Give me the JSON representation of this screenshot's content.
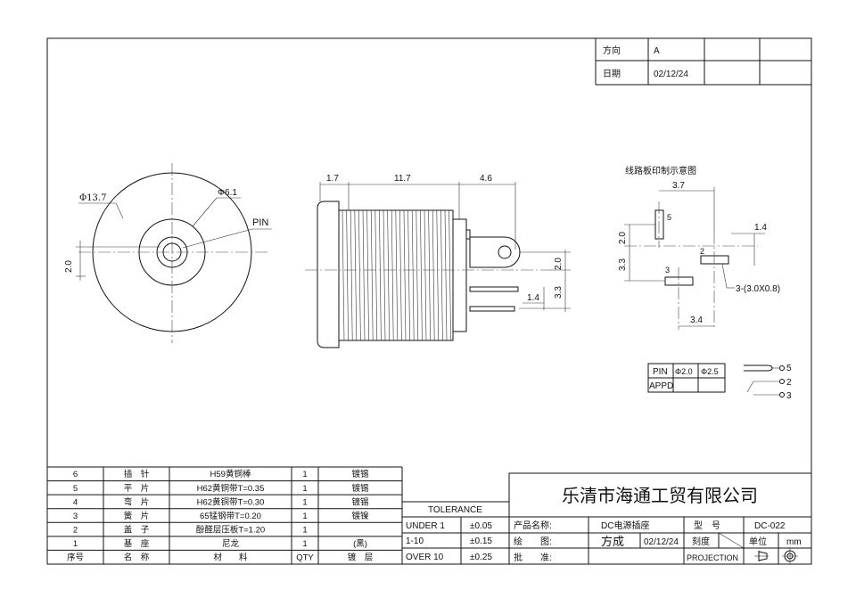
{
  "title_block": {
    "direction_label": "方向",
    "direction_value": "A",
    "date_label": "日期",
    "date_value": "02/12/24"
  },
  "front_view": {
    "outer_dia": "Φ13.7",
    "inner_dia": "Φ6.1",
    "pin_label": "PIN",
    "offset": "2.0"
  },
  "side_view": {
    "dim_a": "1.7",
    "dim_b": "11.7",
    "dim_c": "4.6",
    "dim_d": "2.0",
    "dim_e": "3.3",
    "dim_f": "1.4"
  },
  "pcb_layout": {
    "title": "线路板印制示意图",
    "dim_top": "3.7",
    "dim_right": "1.4",
    "dim_left_a": "2.0",
    "dim_left_b": "3.3",
    "dim_bottom": "3.4",
    "pad_note": "3-(3.0X0.8)",
    "pad5": "5",
    "pad2": "2",
    "pad3": "3"
  },
  "pin_table": {
    "headers": [
      "PIN",
      "Φ2.0",
      "Φ2.5"
    ],
    "row2_label": "APPD"
  },
  "schematic": {
    "p5": "5",
    "p2": "2",
    "p3": "3"
  },
  "bom": {
    "rows": [
      {
        "no": "6",
        "name": "插　针",
        "material": "H59黄铜棒",
        "qty": "1",
        "plating": "镀锡"
      },
      {
        "no": "5",
        "name": "平　片",
        "material": "H62黄铜带T=0.35",
        "qty": "1",
        "plating": "镀锡"
      },
      {
        "no": "4",
        "name": "弯　片",
        "material": "H62黄铜带T=0.30",
        "qty": "1",
        "plating": "镀锡"
      },
      {
        "no": "3",
        "name": "簧　片",
        "material": "65锰钢带T=0.20",
        "qty": "1",
        "plating": "镀镍"
      },
      {
        "no": "2",
        "name": "盖　子",
        "material": "酚醛层压板T=1.20",
        "qty": "1",
        "plating": ""
      },
      {
        "no": "1",
        "name": "基　座",
        "material": "尼龙",
        "qty": "1",
        "plating": "(黑)"
      }
    ],
    "header": {
      "no": "序号",
      "name": "名　称",
      "material": "材　　料",
      "qty": "QTY",
      "plating": "镀　层"
    }
  },
  "tolerance": {
    "title": "TOLERANCE",
    "rows": [
      {
        "range": "UNDER 1",
        "value": "±0.05"
      },
      {
        "range": "1-10",
        "value": "±0.15"
      },
      {
        "range": "OVER 10",
        "value": "±0.25"
      }
    ]
  },
  "company": {
    "name": "乐清市海通工贸有限公司",
    "product_label": "产品名称:",
    "product_value": "DC电源插座",
    "model_label": "型　号",
    "model_value": "DC-022",
    "drawn_label": "绘　　图:",
    "drawn_value": "方成",
    "drawn_date": "02/12/24",
    "scale_label": "刻度",
    "unit_label": "单位",
    "unit_value": "mm",
    "approve_label": "批　　准:",
    "projection_label": "PROJECTION"
  },
  "colors": {
    "line": "#111111",
    "background": "#ffffff"
  }
}
